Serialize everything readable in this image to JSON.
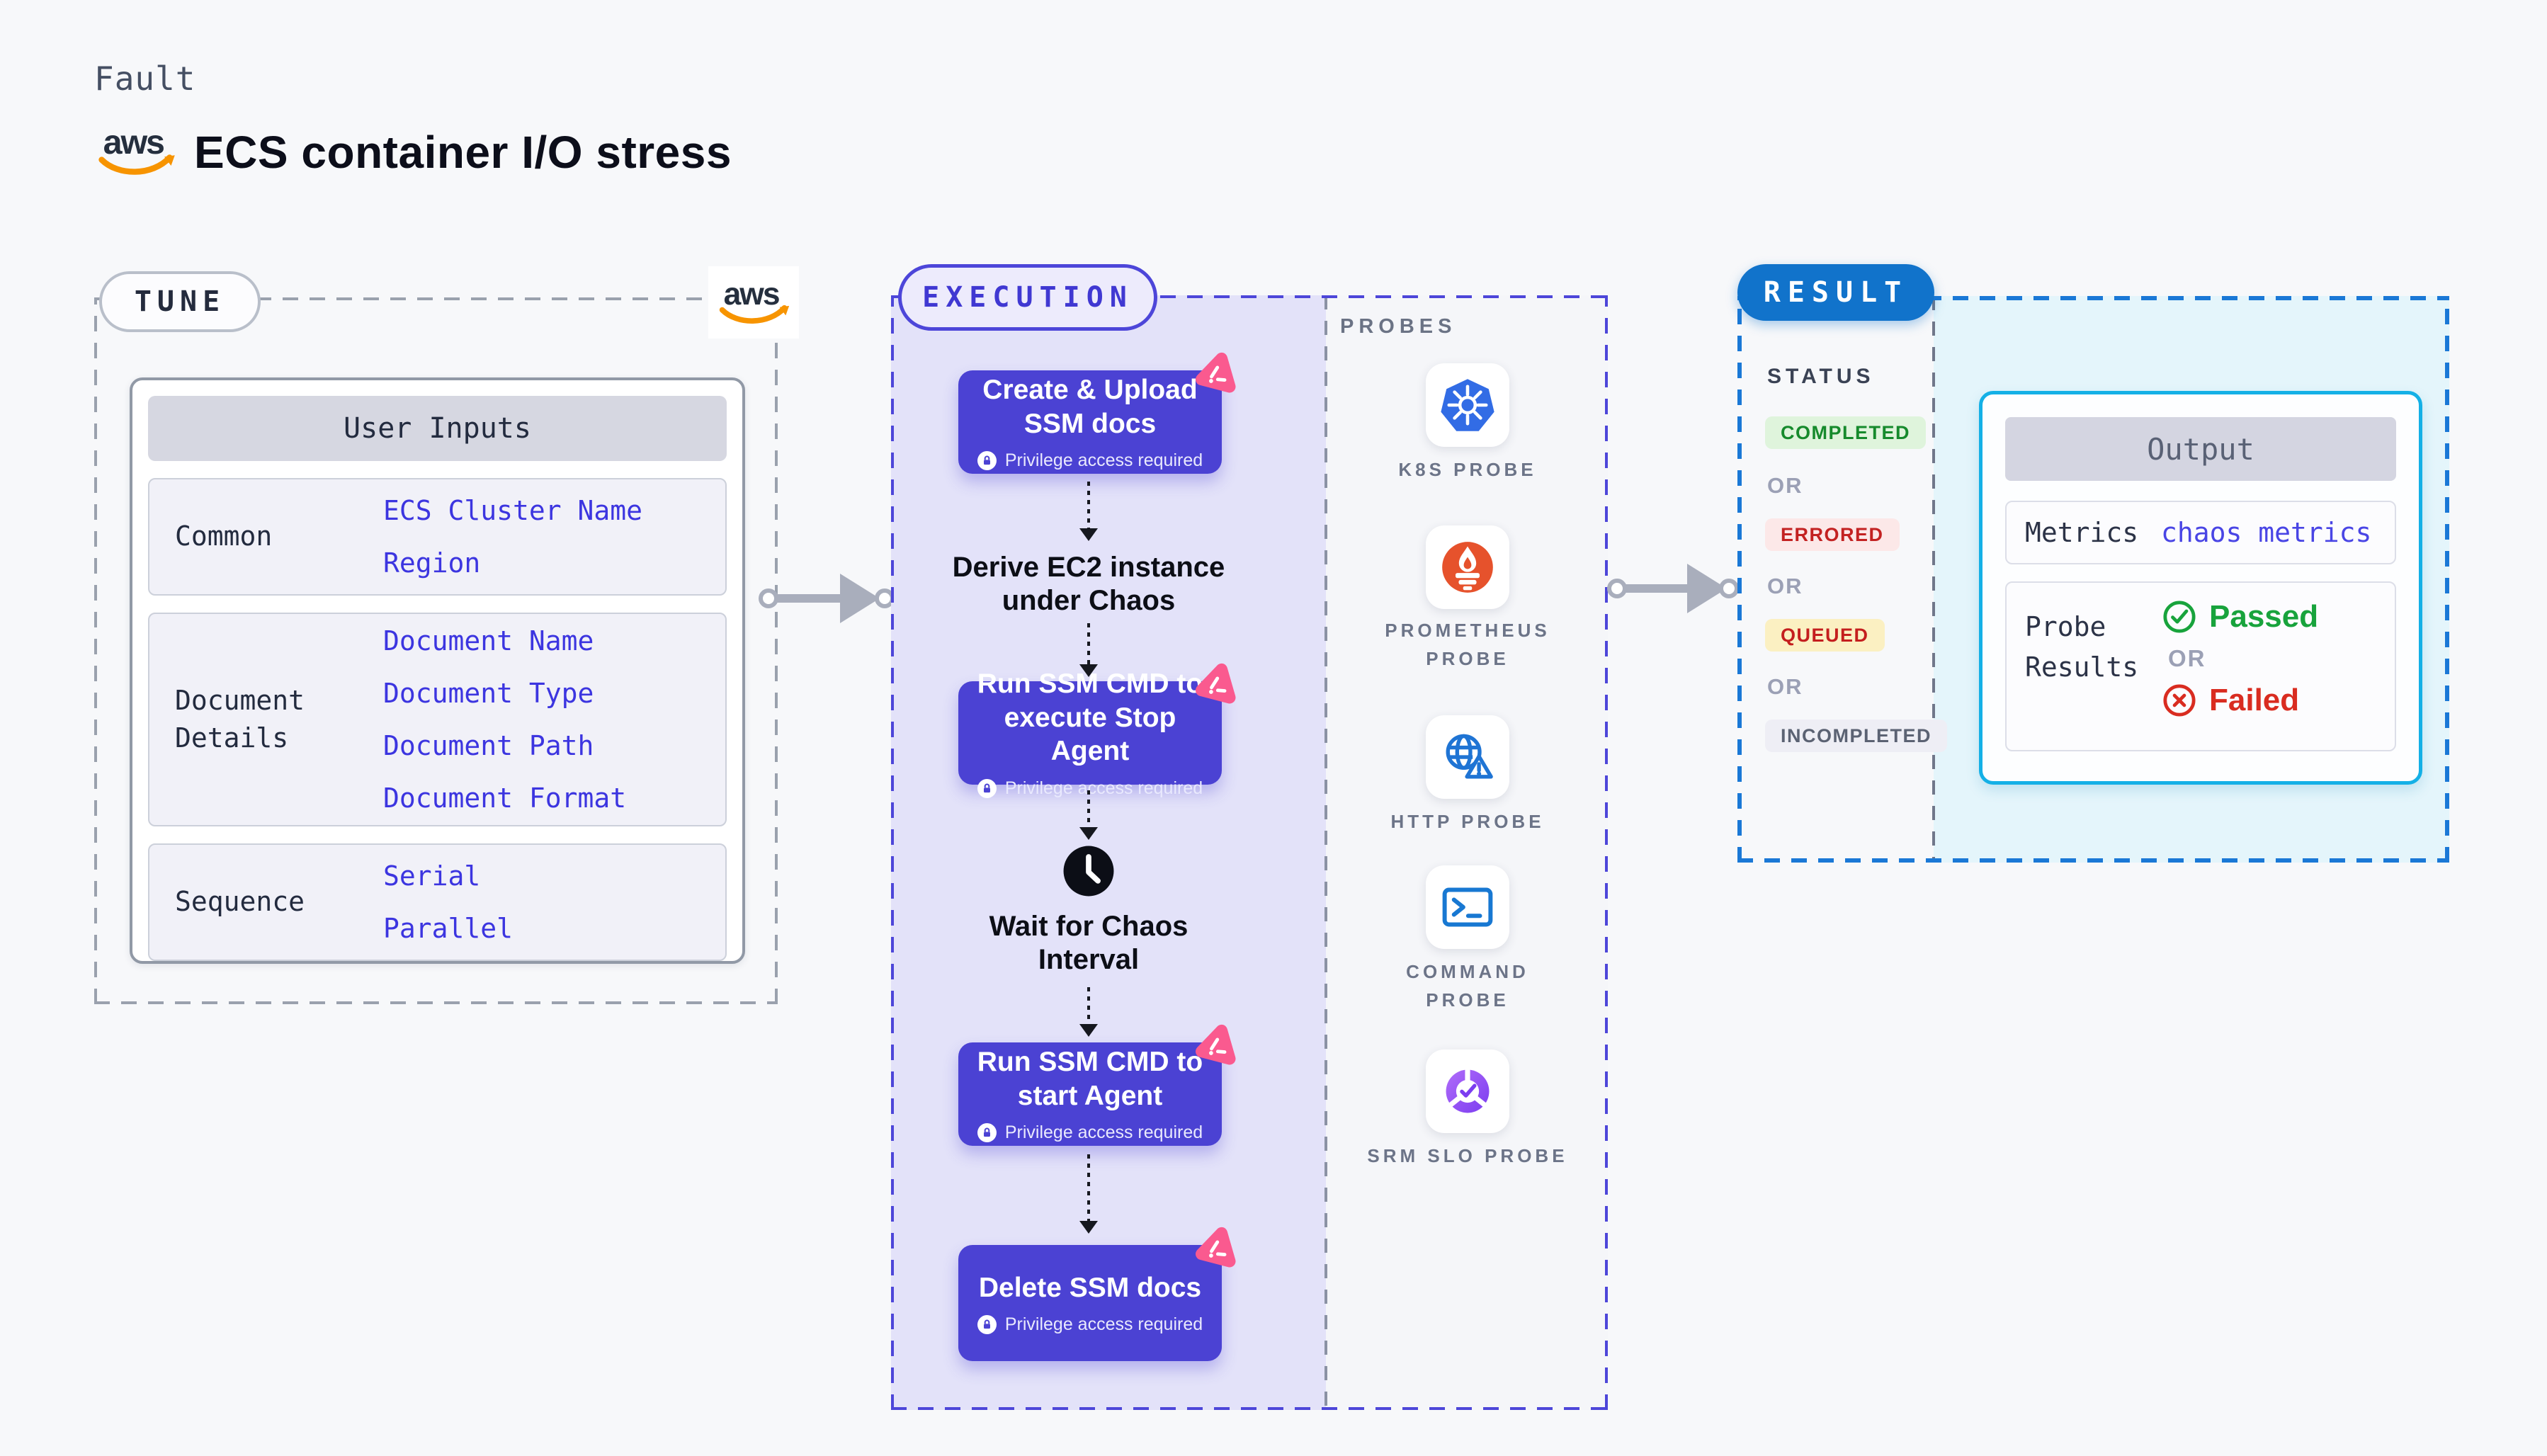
{
  "brand": {
    "aws_text": "aws"
  },
  "header": {
    "eyebrow": "Fault",
    "title": "ECS container I/O stress"
  },
  "tune": {
    "label": "TUNE",
    "table": {
      "header": "User Inputs",
      "rows": [
        {
          "label": "Common",
          "values": [
            "ECS Cluster Name",
            "Region"
          ]
        },
        {
          "label": "Document Details",
          "values": [
            "Document Name",
            "Document Type",
            "Document Path",
            "Document Format"
          ]
        },
        {
          "label": "Sequence",
          "values": [
            "Serial",
            "Parallel"
          ]
        }
      ]
    }
  },
  "execution": {
    "label": "EXECUTION",
    "steps": [
      {
        "type": "action",
        "title": "Create & Upload SSM docs",
        "badge": "Privilege access required"
      },
      {
        "type": "note",
        "title": "Derive EC2 instance under Chaos"
      },
      {
        "type": "action",
        "title": "Run SSM CMD to execute Stop Agent",
        "badge": "Privilege access required"
      },
      {
        "type": "wait",
        "title": "Wait for Chaos Interval",
        "icon": "clock-icon"
      },
      {
        "type": "action",
        "title": "Run SSM CMD to start Agent",
        "badge": "Privilege access required"
      },
      {
        "type": "action",
        "title": "Delete SSM docs",
        "badge": "Privilege access required"
      }
    ],
    "probes": {
      "label": "PROBES",
      "items": [
        {
          "label": "K8S PROBE",
          "icon": "kubernetes-icon"
        },
        {
          "label": "PROMETHEUS PROBE",
          "icon": "prometheus-icon"
        },
        {
          "label": "HTTP PROBE",
          "icon": "globe-warning-icon"
        },
        {
          "label": "COMMAND PROBE",
          "icon": "terminal-icon"
        },
        {
          "label": "SRM SLO PROBE",
          "icon": "slo-pie-check-icon"
        }
      ]
    }
  },
  "result": {
    "label": "RESULT",
    "status": {
      "title": "STATUS",
      "separator": "OR",
      "badges": [
        {
          "label": "COMPLETED",
          "fg": "#168a2c",
          "bg": "#dff4dc"
        },
        {
          "label": "ERRORED",
          "fg": "#c32222",
          "bg": "#fce8e8"
        },
        {
          "label": "QUEUED",
          "fg": "#c41e1e",
          "bg": "#fbf0c2"
        },
        {
          "label": "INCOMPLETED",
          "fg": "#5b6273",
          "bg": "#eeeef5"
        }
      ]
    },
    "output": {
      "header": "Output",
      "metrics": {
        "label": "Metrics",
        "value": "chaos metrics"
      },
      "probe_results": {
        "label": "Probe Results",
        "passed": "Passed",
        "separator": "OR",
        "failed": "Failed"
      }
    }
  },
  "colors": {
    "page_bg": "#f7f8fa",
    "accent_indigo": "#4b42d3",
    "execution_fill": "#e3e2f9",
    "execution_dash": "#4d46d9",
    "tune_dash": "#9aa1ad",
    "result_dash": "#1a78d6",
    "result_pill_blue": "#1173cb",
    "output_border_cyan": "#14b0e6",
    "output_region_fill": "#e4f5fb",
    "pink_sticker": "#fa5a8f",
    "value_blue": "#3c35e0",
    "passed_green": "#18a33c",
    "failed_red": "#d92c20",
    "aws_orange": "#f79400",
    "arrow_gray": "#a9aebc"
  }
}
